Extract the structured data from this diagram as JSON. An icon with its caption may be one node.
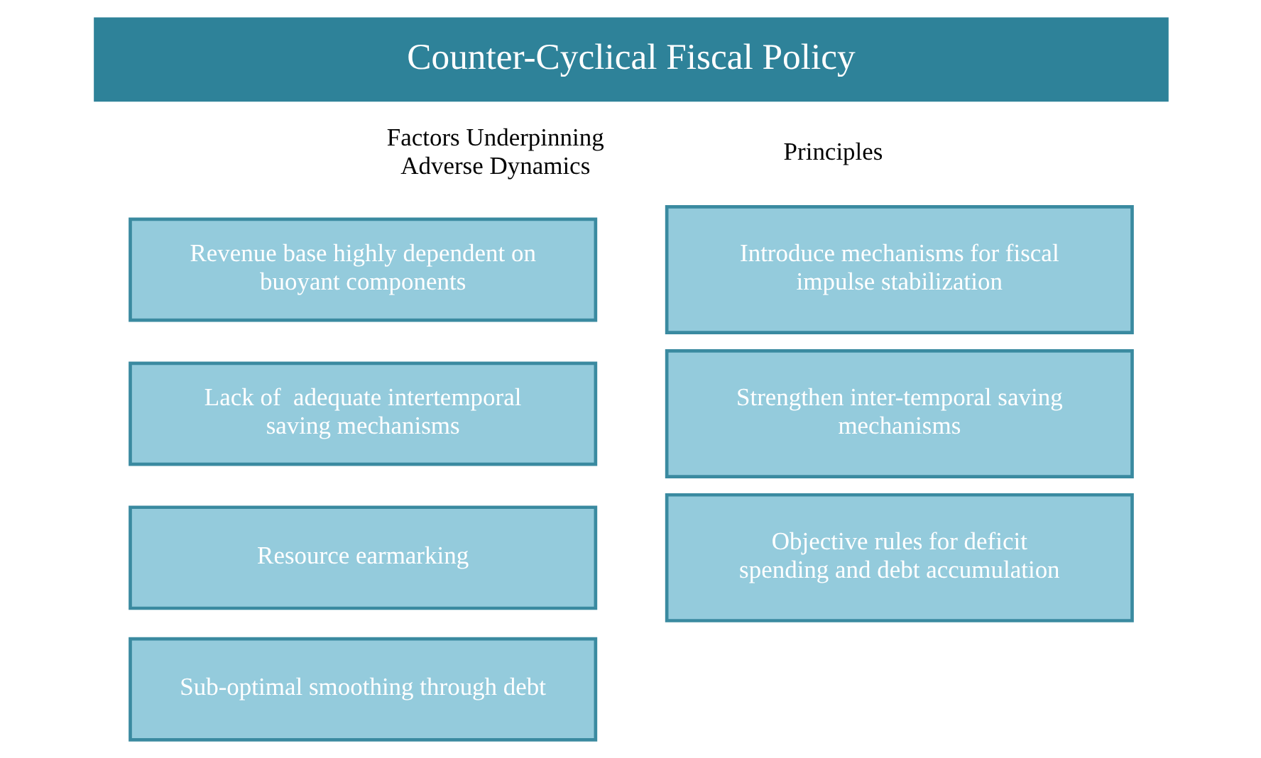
{
  "diagram": {
    "nodes": [
      {
        "text": [
          "Counter-Cyclical Fiscal Policy"
        ]
      },
      {
        "text": [
          "Revenue base highly dependent on buoyant components"
        ]
      },
      {
        "text": [
          "Lack of  adequate intertemporal saving mechanisms"
        ]
      },
      {
        "text": [
          "Resource earmarking"
        ]
      },
      {
        "text": [
          "Sub-optimal smoothing through debt"
        ]
      },
      {
        "text": [
          "Introduce mechanisms for fiscal impulse stabilization"
        ]
      },
      {
        "text": [
          "Strengthen inter-temporal saving mechanisms"
        ]
      },
      {
        "text": [
          "Objective rules for deficit spending and debt accumulation"
        ]
      }
    ],
    "edges": [],
    "labels": [
      "Factors Underpinning Adverse Dynamics",
      "Principles"
    ]
  }
}
